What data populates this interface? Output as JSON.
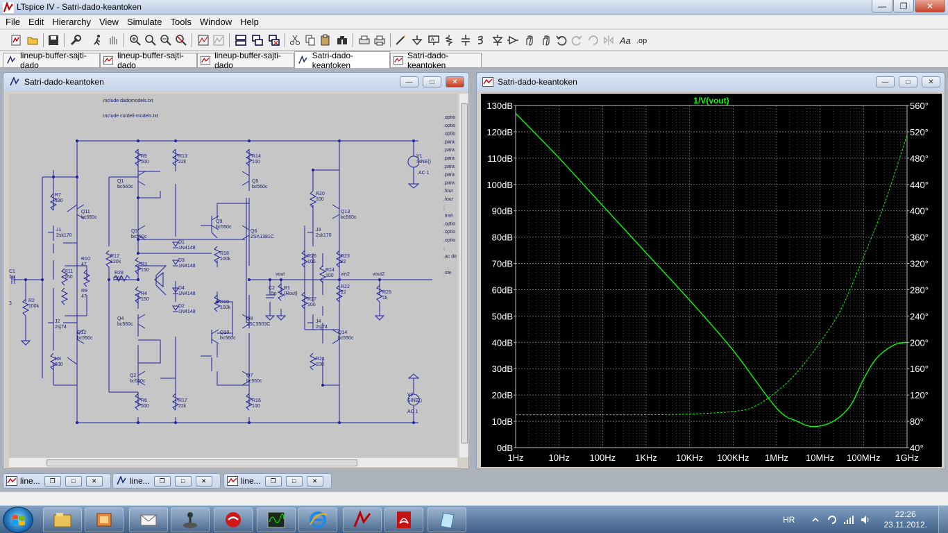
{
  "window": {
    "title": "LTspice IV - Satri-dado-keantoken"
  },
  "menu": [
    "File",
    "Edit",
    "Hierarchy",
    "View",
    "Simulate",
    "Tools",
    "Window",
    "Help"
  ],
  "toolbar": {
    "icons": [
      "new-schematic-icon",
      "open-icon",
      "save-icon",
      "control-panel-icon",
      "run-icon",
      "halt-icon",
      "zoom-in-icon",
      "zoom-pan-icon",
      "zoom-out-icon",
      "zoom-fit-icon",
      "autorange-icon",
      "mark-unmark-icon",
      "tile-horizontal-icon",
      "cascade-icon",
      "close-all-icon",
      "cut-icon",
      "copy-icon",
      "paste-icon",
      "find-icon",
      "print-setup-icon",
      "print-icon",
      "wire-icon",
      "ground-icon",
      "label-net-icon",
      "resistor-icon",
      "capacitor-icon",
      "inductor-icon",
      "diode-icon",
      "component-icon",
      "move-icon",
      "drag-icon",
      "undo-icon",
      "redo-icon",
      "rotate-icon",
      "mirror-icon",
      "text-icon",
      "spice-directive-icon"
    ]
  },
  "tabs": [
    {
      "label": "lineup-buffer-sajti-dado",
      "kind": "plot"
    },
    {
      "label": "lineup-buffer-sajti-dado",
      "kind": "plot"
    },
    {
      "label": "lineup-buffer-sajti-dado",
      "kind": "plot"
    },
    {
      "label": "Satri-dado-keantoken",
      "kind": "schematic",
      "active": true
    },
    {
      "label": "Satri-dado-keantoken",
      "kind": "plot"
    }
  ],
  "schematic_window": {
    "title": "Satri-dado-keantoken",
    "directives": [
      ".include dadomodels.txt",
      ".include cordell-models.txt"
    ],
    "right_directives": [
      ".optio",
      ".optio",
      ".optio",
      ".para",
      ".para",
      ".para",
      ".para",
      ".para",
      ".para",
      ".four",
      ".four",
      ";",
      ".tran",
      ".optio",
      ".optio",
      ".optio",
      ";",
      ".ac de",
      "",
      ".ste"
    ],
    "components": [
      {
        "ref": "R5",
        "value": "500"
      },
      {
        "ref": "R13",
        "value": "22k"
      },
      {
        "ref": "R14",
        "value": "100"
      },
      {
        "ref": "Q1",
        "value": "bc560c"
      },
      {
        "ref": "Q5",
        "value": "bc560c"
      },
      {
        "ref": "R7",
        "value": "330"
      },
      {
        "ref": "Q11",
        "value": "bc560c"
      },
      {
        "ref": "J1",
        "value": "2sk170"
      },
      {
        "ref": "Q3",
        "value": "bc550c"
      },
      {
        "ref": "Q9",
        "value": "bc550c"
      },
      {
        "ref": "Q6",
        "value": "2SA1381C"
      },
      {
        "ref": "D1",
        "value": "1N4148"
      },
      {
        "ref": "D3",
        "value": "1N4148"
      },
      {
        "ref": "D4",
        "value": "1N4148"
      },
      {
        "ref": "D2",
        "value": "1N4148"
      },
      {
        "ref": "R10",
        "value": "47"
      },
      {
        "ref": "R12",
        "value": "120k"
      },
      {
        "ref": "R3",
        "value": "150"
      },
      {
        "ref": "R18",
        "value": "100k"
      },
      {
        "ref": "R11",
        "value": "150"
      },
      {
        "ref": "R28",
        "value": "560"
      },
      {
        "ref": "R9",
        "value": "47"
      },
      {
        "ref": "R4",
        "value": "150"
      },
      {
        "ref": "C1",
        "value": "1µ"
      },
      {
        "ref": "R2",
        "value": "100k"
      },
      {
        "ref": "C2",
        "value": "15p"
      },
      {
        "ref": "R1",
        "value": "{Rout}"
      },
      {
        "ref": "R19",
        "value": "100k"
      },
      {
        "ref": "Q4",
        "value": "bc560c"
      },
      {
        "ref": "Q8",
        "value": "2SC3503C"
      },
      {
        "ref": "Q10",
        "value": "bc560c"
      },
      {
        "ref": "J2",
        "value": "2sj74"
      },
      {
        "ref": "Q12",
        "value": "bc550c"
      },
      {
        "ref": "R8",
        "value": "330"
      },
      {
        "ref": "Q2",
        "value": "bc550c"
      },
      {
        "ref": "Q7",
        "value": "bc550c"
      },
      {
        "ref": "R6",
        "value": "500"
      },
      {
        "ref": "R17",
        "value": "22k"
      },
      {
        "ref": "R16",
        "value": "100"
      },
      {
        "ref": "R20",
        "value": "100"
      },
      {
        "ref": "Q13",
        "value": "bc560c"
      },
      {
        "ref": "J3",
        "value": "2sk170"
      },
      {
        "ref": "R26",
        "value": "100"
      },
      {
        "ref": "R23",
        "value": "22"
      },
      {
        "ref": "R24",
        "value": "100"
      },
      {
        "ref": "R22",
        "value": "22"
      },
      {
        "ref": "R27",
        "value": "100"
      },
      {
        "ref": "R25",
        "value": "1k"
      },
      {
        "ref": "J4",
        "value": "2sj74"
      },
      {
        "ref": "Q14",
        "value": "bc550c"
      },
      {
        "ref": "R21",
        "value": "100"
      },
      {
        "ref": "V1",
        "value": "SINE()"
      },
      {
        "ref": "V2",
        "value": "SINE()"
      }
    ],
    "v1_ac": "AC 1",
    "v2_ac": "AC 1",
    "nets": [
      "vout",
      "vin2",
      "vout2"
    ],
    "node_label": "3"
  },
  "plot_window": {
    "title": "Satri-dado-keantoken",
    "trace_color": "#00ff00",
    "grid_color": "#808080",
    "chart_data": {
      "type": "line",
      "title": "1/V(vout)",
      "x_scale": "log",
      "x_range_hz": [
        1,
        1000000000
      ],
      "x_ticks": [
        "1Hz",
        "10Hz",
        "100Hz",
        "1KHz",
        "10KHz",
        "100KHz",
        "1MHz",
        "10MHz",
        "100MHz",
        "1GHz"
      ],
      "y_left_range": [
        0,
        130
      ],
      "y_left_ticks": [
        "0dB",
        "10dB",
        "20dB",
        "30dB",
        "40dB",
        "50dB",
        "60dB",
        "70dB",
        "80dB",
        "90dB",
        "100dB",
        "110dB",
        "120dB",
        "130dB"
      ],
      "y_right_range": [
        40,
        560
      ],
      "y_right_ticks": [
        "40°",
        "80°",
        "120°",
        "160°",
        "200°",
        "240°",
        "280°",
        "320°",
        "360°",
        "400°",
        "440°",
        "480°",
        "520°",
        "560°"
      ],
      "grid": true,
      "series": [
        {
          "style": "solid",
          "axis": "left",
          "x": [
            1,
            10,
            100,
            1000,
            10000,
            100000,
            1000000,
            3000000,
            7000000,
            20000000,
            50000000,
            100000000,
            200000000,
            500000000,
            1000000000
          ],
          "y": [
            127,
            110,
            92,
            74,
            56,
            37,
            15,
            10,
            8,
            10,
            16,
            26,
            34,
            39,
            40
          ]
        },
        {
          "style": "dashed",
          "axis": "right",
          "x": [
            1,
            10,
            100,
            1000,
            10000,
            100000,
            300000,
            1000000,
            3000000,
            10000000,
            30000000,
            100000000,
            300000000,
            1000000000
          ],
          "y": [
            90,
            90,
            90,
            90,
            91,
            95,
            102,
            125,
            155,
            200,
            250,
            330,
            410,
            515
          ]
        }
      ]
    }
  },
  "minimized": [
    {
      "label": "line..."
    },
    {
      "label": "line..."
    },
    {
      "label": "line..."
    }
  ],
  "taskbar": {
    "apps": [
      "explorer",
      "generic-app",
      "mail-app",
      "joystick-app",
      "security-app",
      "oscilloscope-app",
      "internet-explorer",
      "ltspice",
      "pdf-reader",
      "notepad"
    ],
    "language": "HR",
    "time": "22:26",
    "date": "23.11.2012."
  }
}
